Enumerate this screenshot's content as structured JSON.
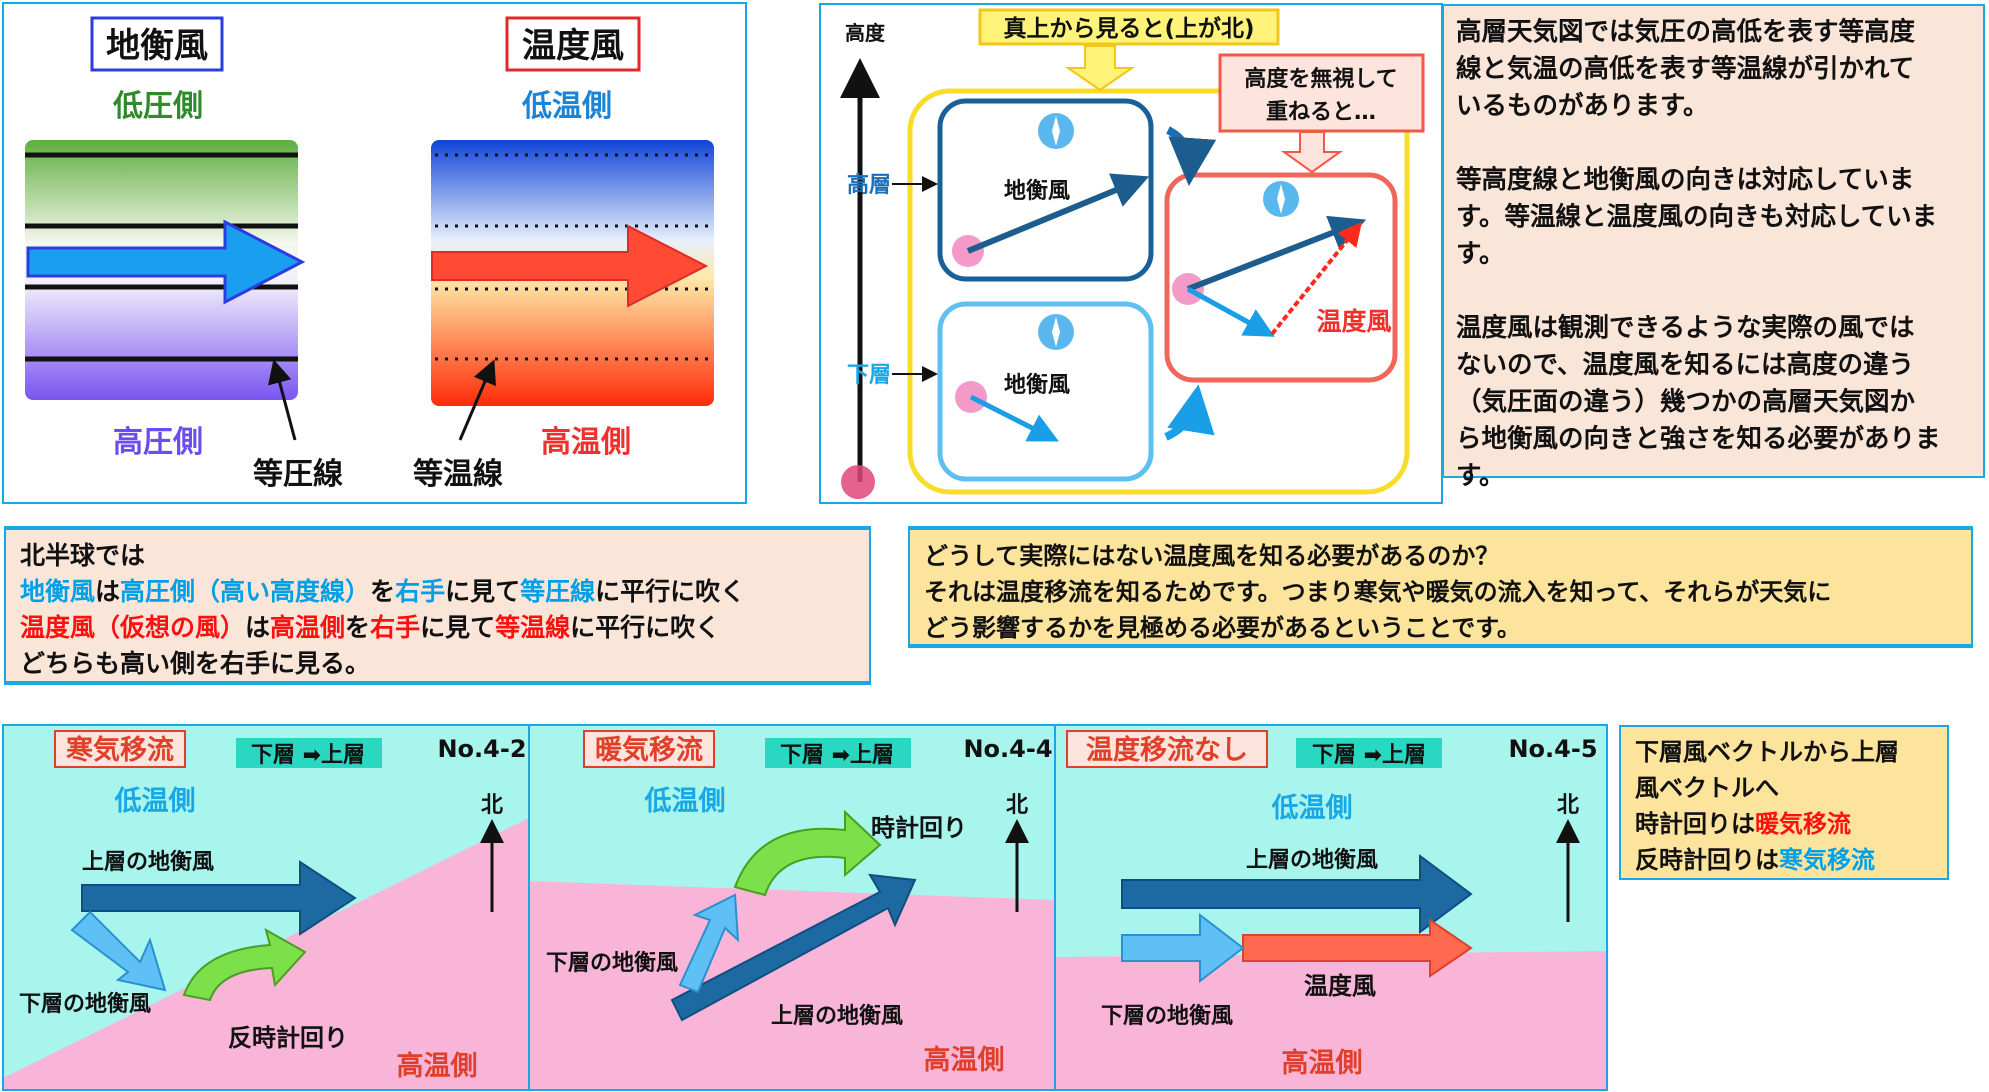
{
  "panel1": {
    "geo_title": "地衡風",
    "thermal_title": "温度風",
    "low_pressure": "低圧側",
    "high_pressure": "高圧側",
    "isobar": "等圧線",
    "low_temp": "低温側",
    "high_temp": "高温側",
    "isotherm": "等温線"
  },
  "panel2": {
    "altitude": "高度",
    "top_view": "真上から見ると(上が北)",
    "ignore_height": [
      "高度を無視して",
      "重ねると…"
    ],
    "upper": "高層",
    "lower": "下層",
    "geo_upper": "地衡風",
    "geo_lower": "地衡風",
    "thermal": "温度風"
  },
  "explanation": {
    "lines": [
      "高層天気図では気圧の高低を表す等高度",
      "線と気温の高低を表す等温線が引かれて",
      "いるものがあります。",
      "",
      "等高度線と地衡風の向きは対応していま",
      "す。等温線と温度風の向きも対応していま",
      "す。",
      "",
      "温度風は観測できるような実際の風では",
      "ないので、温度風を知るには高度の違う",
      "（気圧面の違う）幾つかの高層天気図か",
      "ら地衡風の向きと強さを知る必要がありま",
      "す。"
    ]
  },
  "northern": {
    "lines": [
      [
        {
          "t": "北半球では",
          "c": "#111"
        }
      ],
      [
        {
          "t": "地衡風",
          "c": "#00a0e8"
        },
        {
          "t": "は",
          "c": "#111"
        },
        {
          "t": "高圧側（高い高度線）",
          "c": "#00a0e8"
        },
        {
          "t": "を",
          "c": "#111"
        },
        {
          "t": "右手",
          "c": "#00a0e8"
        },
        {
          "t": "に見て",
          "c": "#111"
        },
        {
          "t": "等圧線",
          "c": "#00a0e8"
        },
        {
          "t": "に平行に吹く",
          "c": "#111"
        }
      ],
      [
        {
          "t": "温度風（仮想の風）",
          "c": "#ff1010"
        },
        {
          "t": "は",
          "c": "#111"
        },
        {
          "t": "高温側",
          "c": "#ff1010"
        },
        {
          "t": "を",
          "c": "#111"
        },
        {
          "t": "右手",
          "c": "#ff1010"
        },
        {
          "t": "に見て",
          "c": "#111"
        },
        {
          "t": "等温線",
          "c": "#ff1010"
        },
        {
          "t": "に平行に吹く",
          "c": "#111"
        }
      ],
      [
        {
          "t": "どちらも高い側を右手に見る。",
          "c": "#111"
        }
      ]
    ]
  },
  "why": {
    "lines": [
      "どうして実際にはない温度風を知る必要があるのか？",
      "それは温度移流を知るためです。つまり寒気や暖気の流入を知って、それらが天気に",
      "どう影響するかを見極める必要があるということです。"
    ]
  },
  "bottom_panels": [
    {
      "title": "寒気移流",
      "layers": "下層 ➡上層",
      "number": "No.4-2",
      "low_temp": "低温側",
      "north": "北",
      "upper_wind": "上層の地衡風",
      "lower_wind": "下層の地衡風",
      "rotation": "反時計回り",
      "high_temp": "高温側"
    },
    {
      "title": "暖気移流",
      "layers": "下層 ➡上層",
      "number": "No.4-4",
      "low_temp": "低温側",
      "north": "北",
      "upper_wind": "上層の地衡風",
      "lower_wind": "下層の地衡風",
      "rotation": "時計回り",
      "high_temp": "高温側"
    },
    {
      "title": "温度移流なし",
      "layers": "下層 ➡上層",
      "number": "No.4-5",
      "low_temp": "低温側",
      "north": "北",
      "upper_wind": "上層の地衡風",
      "lower_wind": "下層の地衡風",
      "thermal": "温度風",
      "high_temp": "高温側"
    }
  ],
  "summary": {
    "lines": [
      [
        {
          "t": "下層風ベクトルから上層",
          "c": "#111"
        }
      ],
      [
        {
          "t": "風ベクトルへ",
          "c": "#111"
        }
      ],
      [
        {
          "t": "時計回りは",
          "c": "#111"
        },
        {
          "t": "暖気移流",
          "c": "#ff1010"
        }
      ],
      [
        {
          "t": "反時計回りは",
          "c": "#111"
        },
        {
          "t": "寒気移流",
          "c": "#00a0e8"
        }
      ]
    ]
  },
  "colors": {
    "border": "#1aa7e6",
    "peach": "#fae5d9",
    "yellow": "#fde49c",
    "cyan": "#a8f5ee",
    "pink": "#f8b5d8",
    "geo_blue": "#005b9a",
    "light_blue": "#4fb9f2",
    "red": "#ff4b33"
  }
}
